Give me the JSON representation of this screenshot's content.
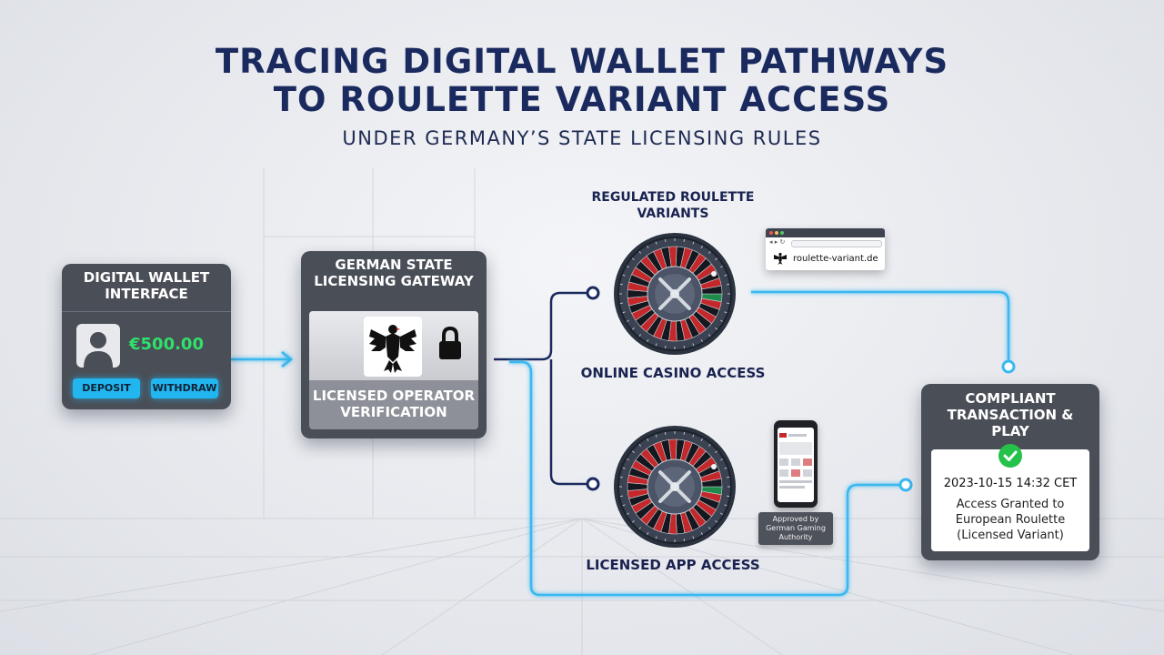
{
  "title": {
    "line1": "TRACING DIGITAL WALLET PATHWAYS",
    "line2": "TO ROULETTE VARIANT ACCESS",
    "subtitle": "UNDER GERMANY’S STATE LICENSING RULES"
  },
  "wallet": {
    "heading": "DIGITAL WALLET INTERFACE",
    "balance": "€500.00",
    "deposit_label": "DEPOSIT",
    "withdraw_label": "WITHDRAW",
    "icons": {
      "avatar": "user-avatar-icon"
    }
  },
  "gateway": {
    "heading": "GERMAN STATE LICENSING GATEWAY",
    "caption": "LICENSED OPERATOR VERIFICATION",
    "icons": {
      "emblem": "german-eagle-icon",
      "lock": "lock-icon"
    }
  },
  "variants": {
    "heading": "REGULATED ROULETTE VARIANTS",
    "online_label": "ONLINE CASINO ACCESS",
    "app_label": "LICENSED APP ACCESS",
    "browser_url": "roulette-variant.de",
    "approved_badge": "Approved by German Gaming Authority"
  },
  "compliant": {
    "heading": "COMPLIANT TRANSACTION & PLAY",
    "timestamp": "2023-10-15 14:32 CET",
    "message": "Access Granted to European Roulette (Licensed Variant)",
    "icons": {
      "status": "check-circle-icon"
    }
  },
  "colors": {
    "title": "#1a2a5e",
    "panel": "#4a4e57",
    "accent_blue": "#22b6f0",
    "balance_green": "#2fe06a",
    "connector_navy": "#1a2a5e",
    "connector_cyan": "#3ab8f0",
    "roulette_red": "#c4282b",
    "success_green": "#25c24a"
  }
}
